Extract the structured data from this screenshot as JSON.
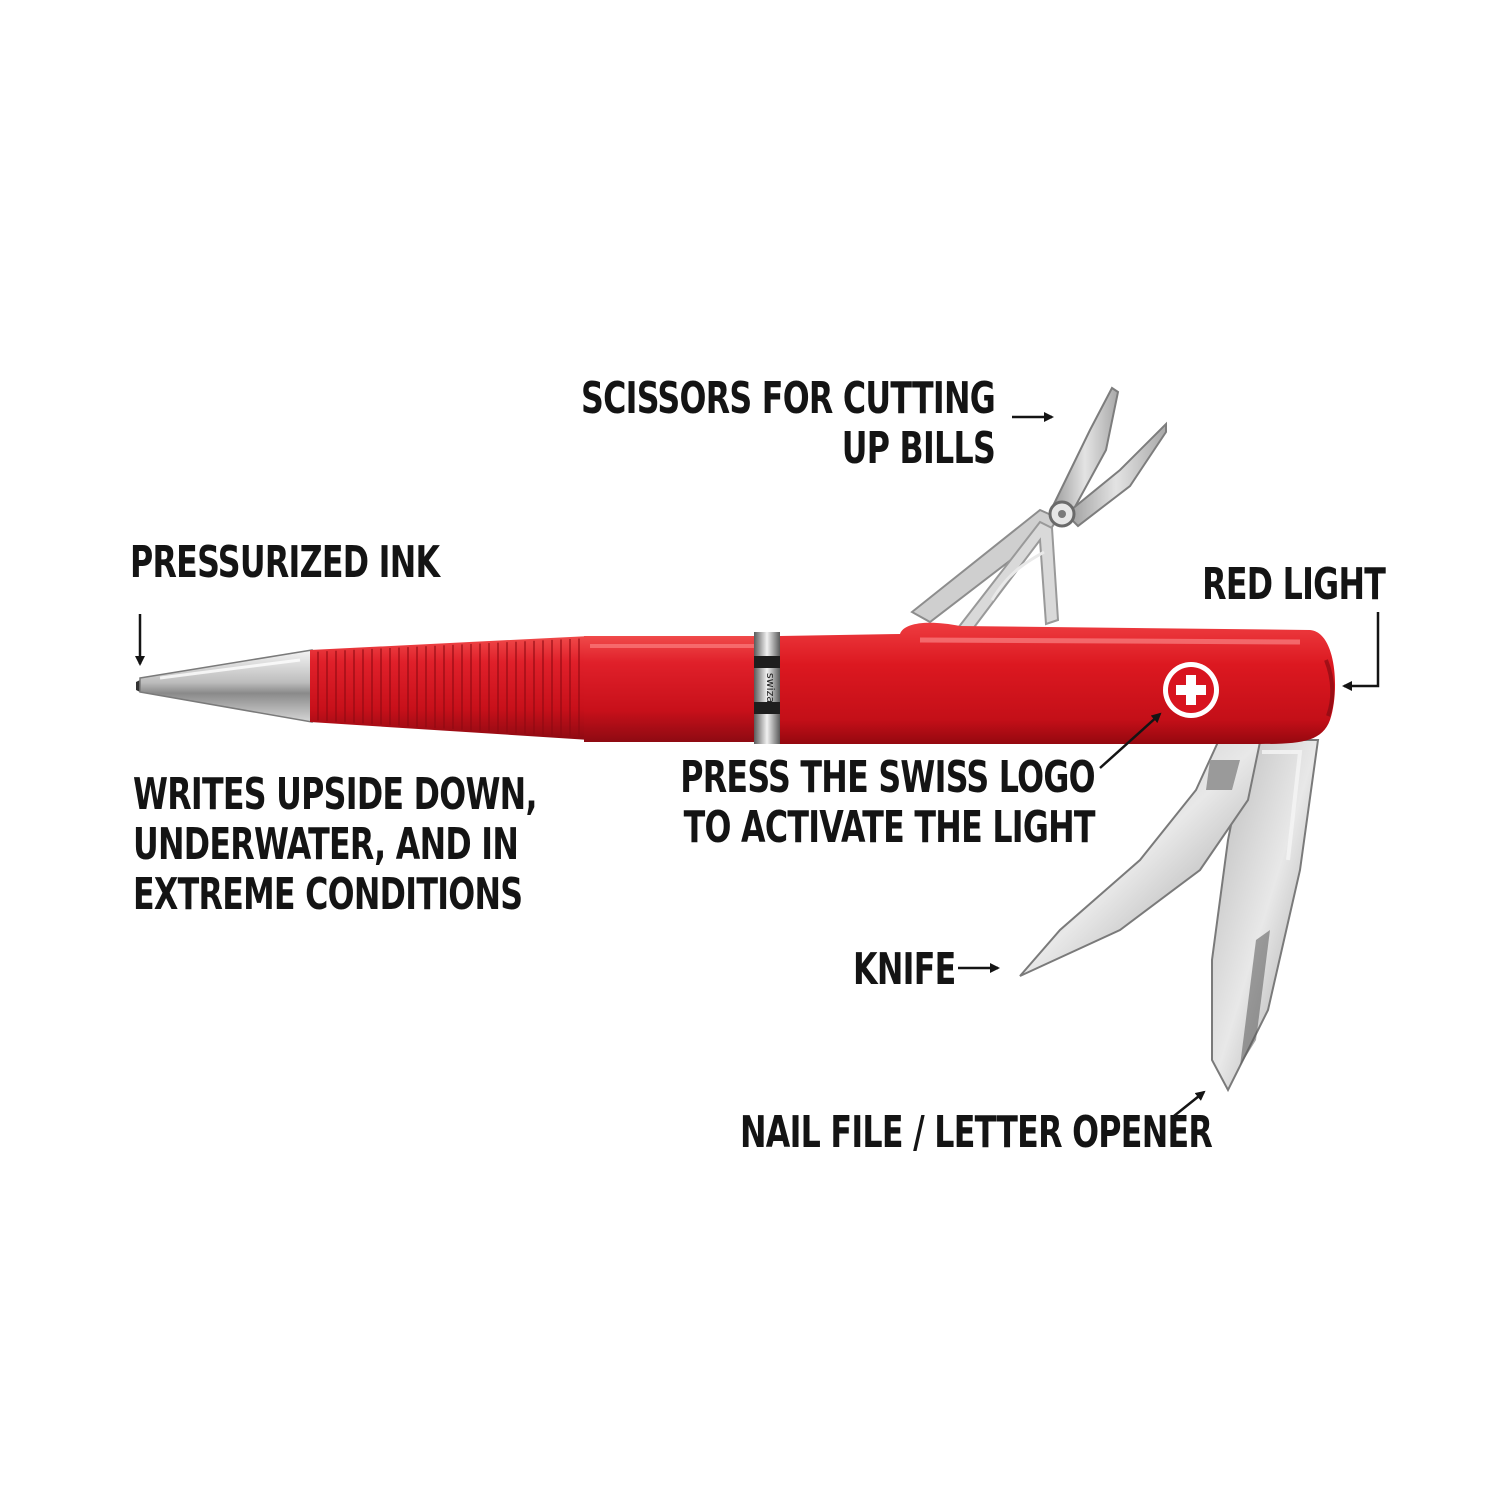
{
  "labels": {
    "pressurized_ink": "PRESSURIZED INK",
    "writes": [
      "WRITES UPSIDE DOWN,",
      "UNDERWATER, AND IN",
      "EXTREME CONDITIONS"
    ],
    "scissors": [
      "SCISSORS FOR CUTTING",
      "UP BILLS"
    ],
    "red_light": "RED LIGHT",
    "swiss_logo": [
      "PRESS THE SWISS LOGO",
      "TO ACTIVATE THE LIGHT"
    ],
    "knife": "KNIFE",
    "nail_file": "NAIL FILE / LETTER OPENER"
  },
  "ring_text": "swiza",
  "colors": {
    "body_red": "#d8141f",
    "dark_red": "#9c0c14",
    "steel": "#c9c9c9",
    "text": "#141414",
    "logo_cross": "#ffffff"
  },
  "icons": {
    "logo": "swiss-cross-icon",
    "arrows": "arrow-icon"
  }
}
